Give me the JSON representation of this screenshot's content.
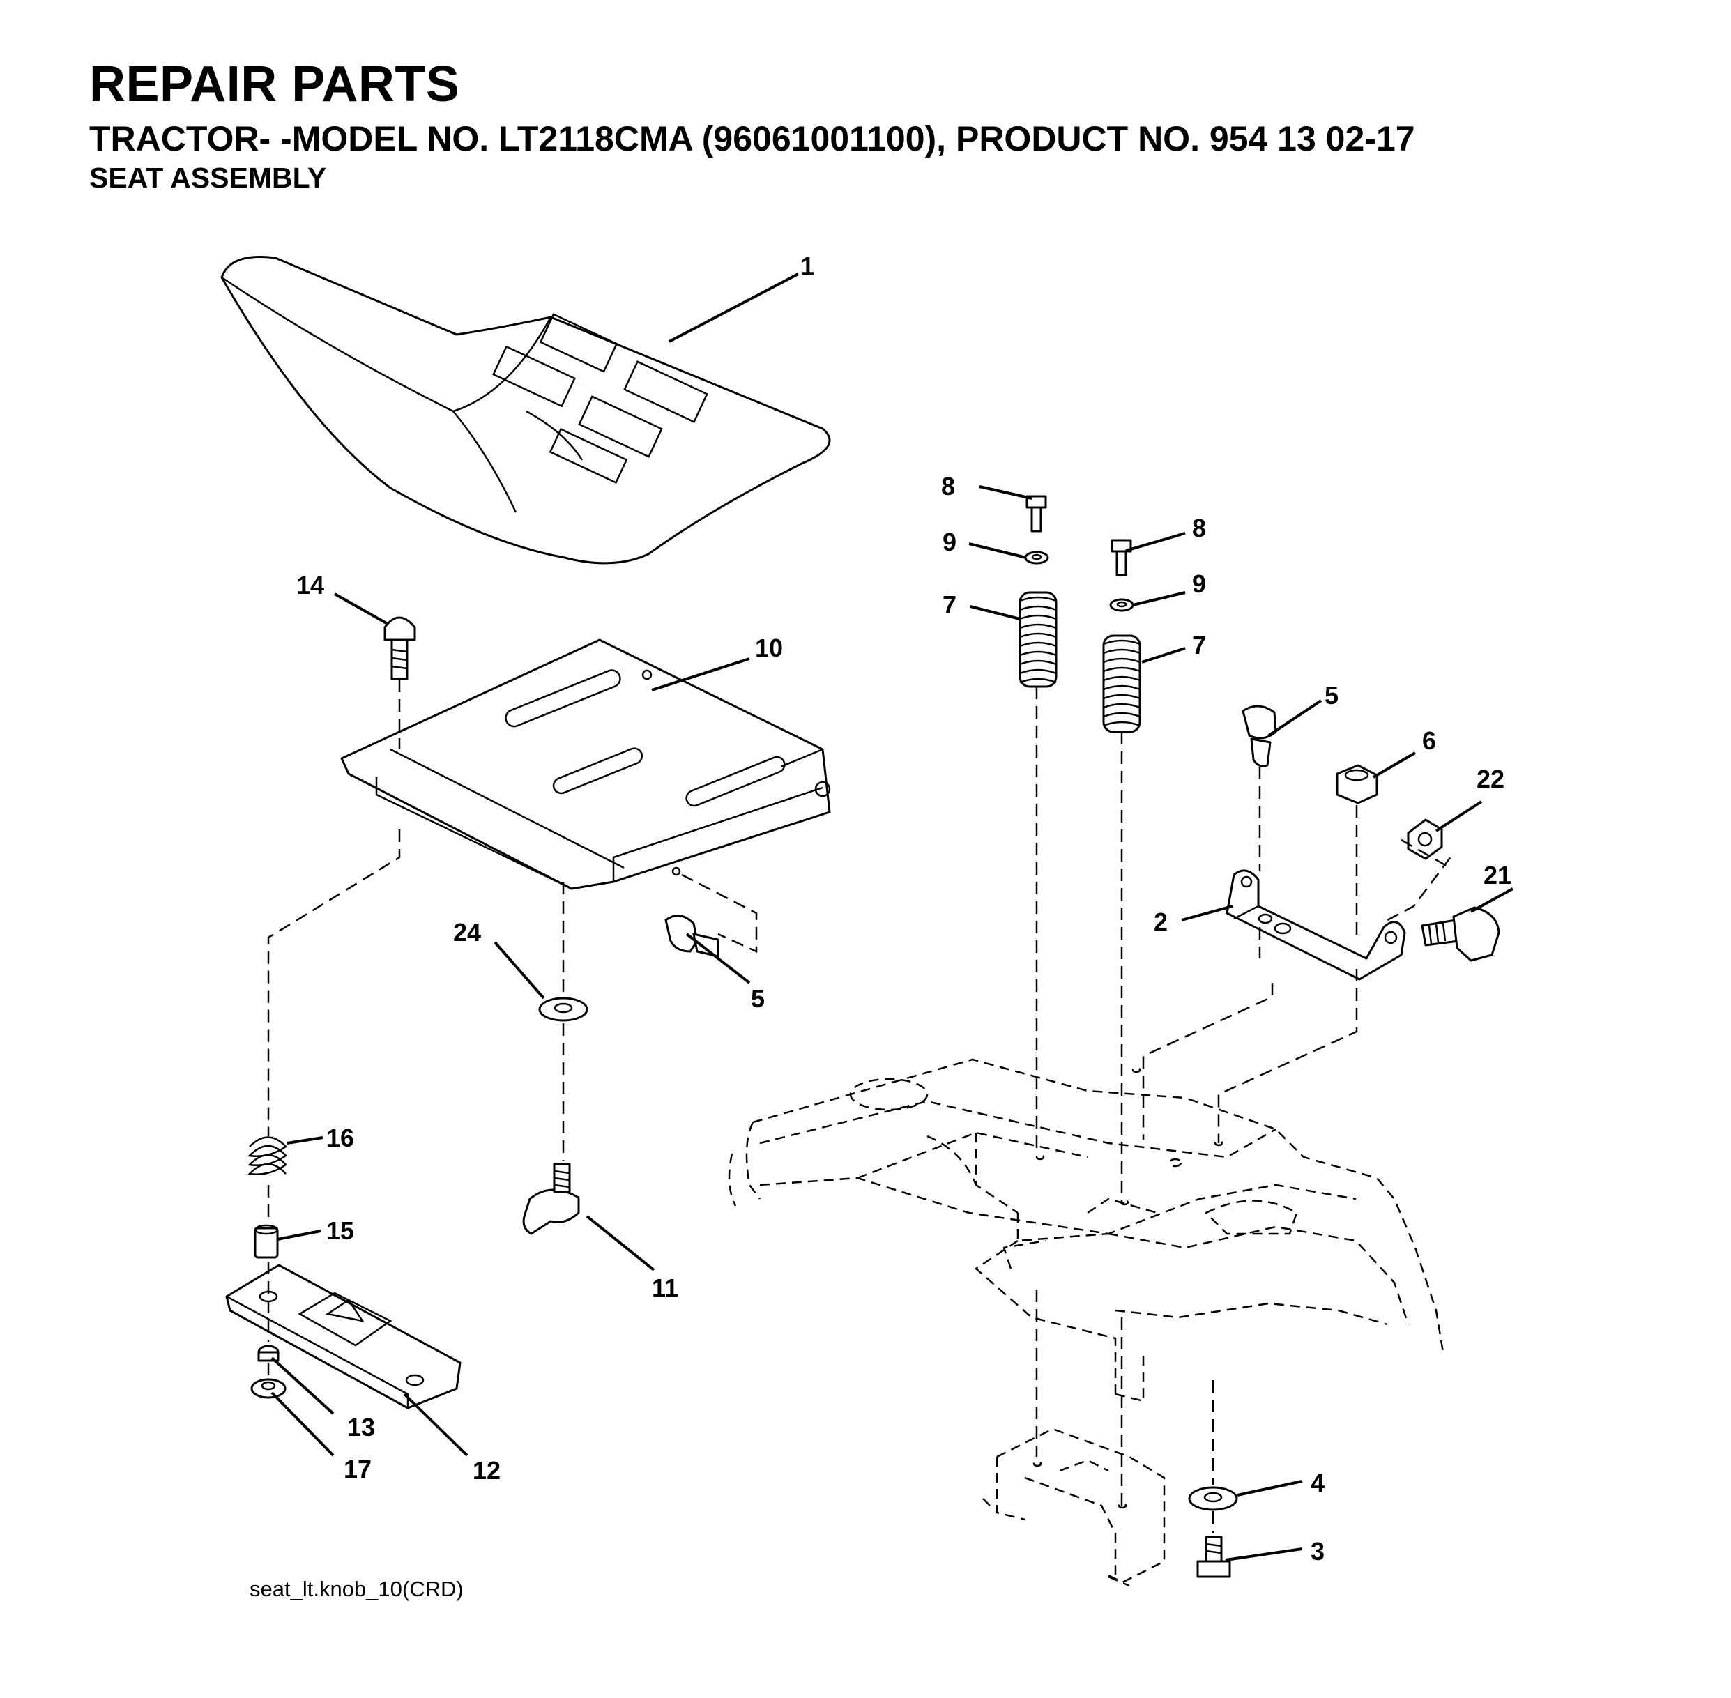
{
  "header": {
    "title": "REPAIR PARTS",
    "subtitle": "TRACTOR- -MODEL NO. LT2118CMA (96061001100), PRODUCT NO. 954 13 02-17",
    "section": "SEAT ASSEMBLY"
  },
  "figure_code": "seat_lt.knob_10(CRD)",
  "callouts": [
    "1",
    "8",
    "9",
    "8",
    "14",
    "7",
    "9",
    "10",
    "7",
    "5",
    "6",
    "22",
    "2",
    "21",
    "24",
    "5",
    "16",
    "15",
    "11",
    "13",
    "17",
    "12",
    "4",
    "3"
  ]
}
